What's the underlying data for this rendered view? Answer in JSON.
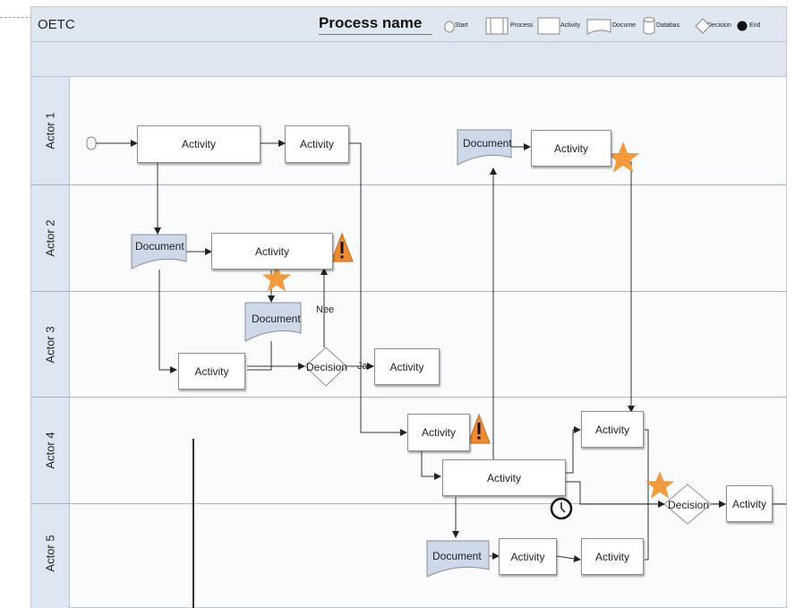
{
  "header": {
    "org": "OETC",
    "process_name": "Process name",
    "legend": [
      "Start",
      "Process",
      "Activity",
      "Docume",
      "Databas",
      "Decision",
      "End"
    ]
  },
  "lanes": [
    "Actor 1",
    "Actor 2",
    "Actor 3",
    "Actor 4",
    "Actor 5"
  ],
  "shapes": {
    "a1_act1": "Activity",
    "a1_act2": "Activity",
    "a1_doc": "Document",
    "a1_act3": "Activity",
    "a2_doc": "Document",
    "a2_act": "Activity",
    "a3_doc": "Document",
    "a3_act": "Activity",
    "a3_dec": "Decision",
    "a3_act2": "Activity",
    "a4_act1": "Activity",
    "a4_act2": "Activity",
    "a4_act3": "Activity",
    "a45_dec": "Decision",
    "a45_act": "Activity",
    "a5_doc": "Document",
    "a5_act1": "Activity",
    "a5_act2": "Activity"
  },
  "edge_labels": {
    "no": "Nee",
    "yes": "Ja"
  },
  "colors": {
    "star": "#f29a3c",
    "warning": "#f08a2c",
    "document_fill": "#cdd9e8",
    "header": "#dfe7f1"
  }
}
